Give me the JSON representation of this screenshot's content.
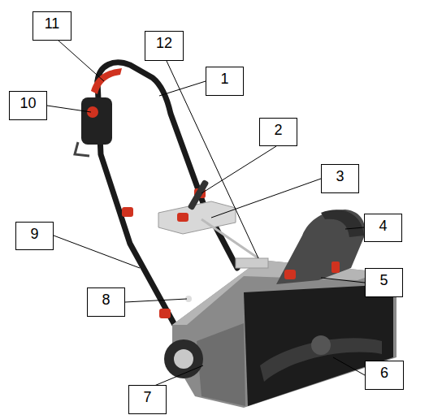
{
  "diagram": {
    "nodes": [
      {
        "text": [
          "11"
        ]
      },
      {
        "text": [
          "12"
        ]
      },
      {
        "text": [
          "1"
        ]
      },
      {
        "text": [
          "10"
        ]
      },
      {
        "text": [
          "2"
        ]
      },
      {
        "text": [
          "3"
        ]
      },
      {
        "text": [
          "4"
        ]
      },
      {
        "text": [
          "9"
        ]
      },
      {
        "text": [
          "5"
        ]
      },
      {
        "text": [
          "8"
        ]
      },
      {
        "text": [
          "6"
        ]
      },
      {
        "text": [
          "7"
        ]
      }
    ]
  }
}
